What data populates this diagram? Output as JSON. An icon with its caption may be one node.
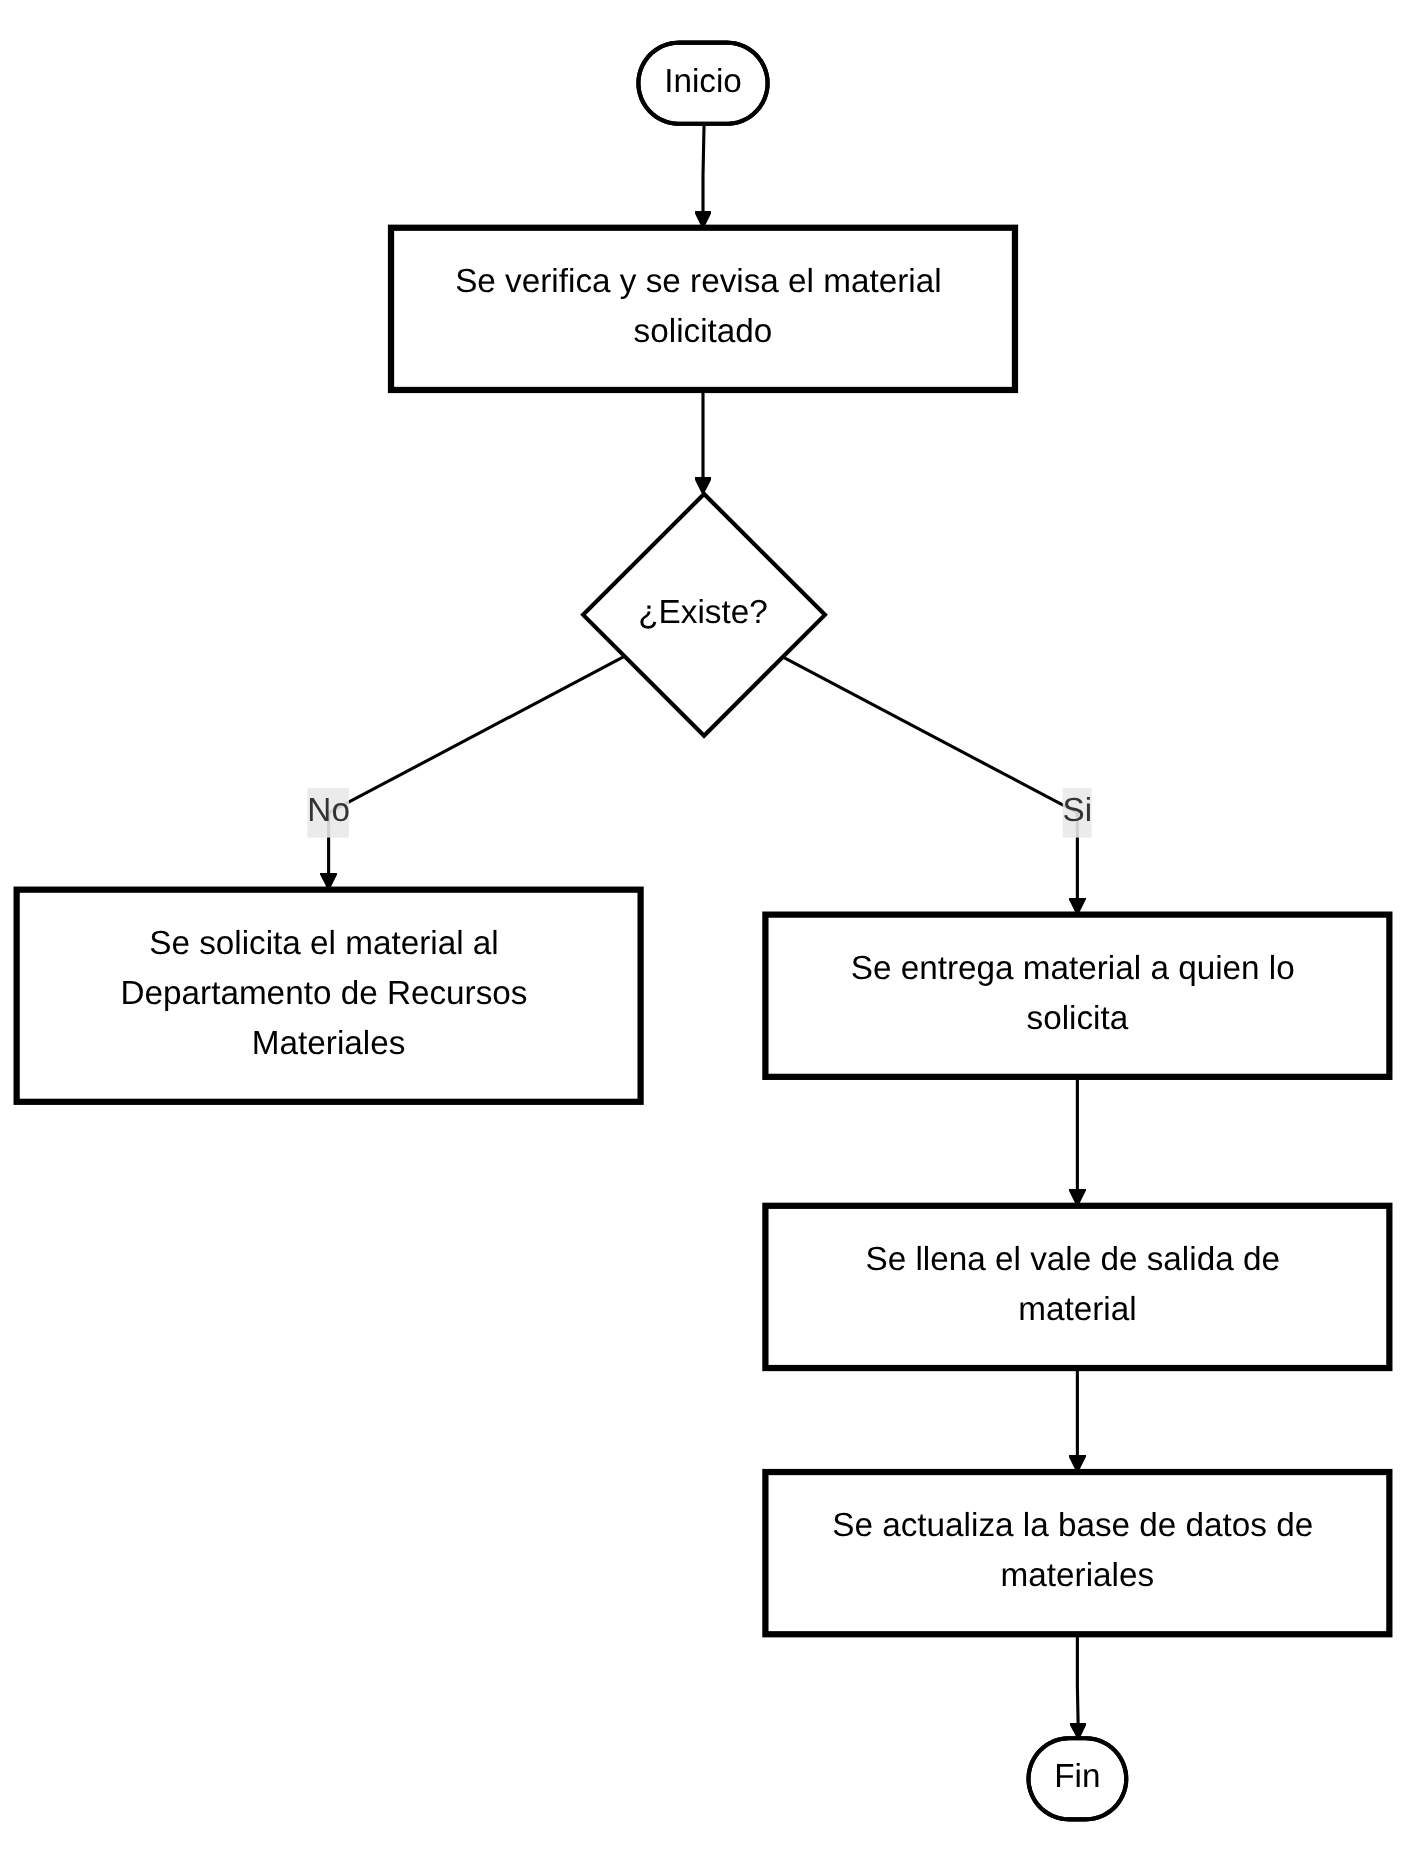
{
  "diagram": {
    "nodes": [
      {
        "text": [
          "Inicio"
        ]
      },
      {
        "text": [
          "Se verifica y se revisa el material solicitado"
        ]
      },
      {
        "text": [
          "¿Existe?"
        ]
      },
      {
        "text": [
          "Se solicita el material al Departamento de Recursos Materiales"
        ]
      },
      {
        "text": [
          "Se entrega material a quien lo solicita"
        ]
      },
      {
        "text": [
          "Se llena el vale de salida de material"
        ]
      },
      {
        "text": [
          "Se actualiza la base de datos de materiales"
        ]
      },
      {
        "text": [
          "Fin"
        ]
      }
    ],
    "edges": [
      {
        "from": 0,
        "to": 1,
        "arrow": "to"
      },
      {
        "from": 1,
        "to": 2,
        "arrow": "to"
      },
      {
        "from": 2,
        "to": 3,
        "arrow": "to",
        "label": "No"
      },
      {
        "from": 2,
        "to": 4,
        "arrow": "to",
        "label": "Si"
      },
      {
        "from": 4,
        "to": 5,
        "arrow": "to"
      },
      {
        "from": 5,
        "to": 6,
        "arrow": "to"
      },
      {
        "from": 6,
        "to": 7,
        "arrow": "to"
      }
    ]
  }
}
